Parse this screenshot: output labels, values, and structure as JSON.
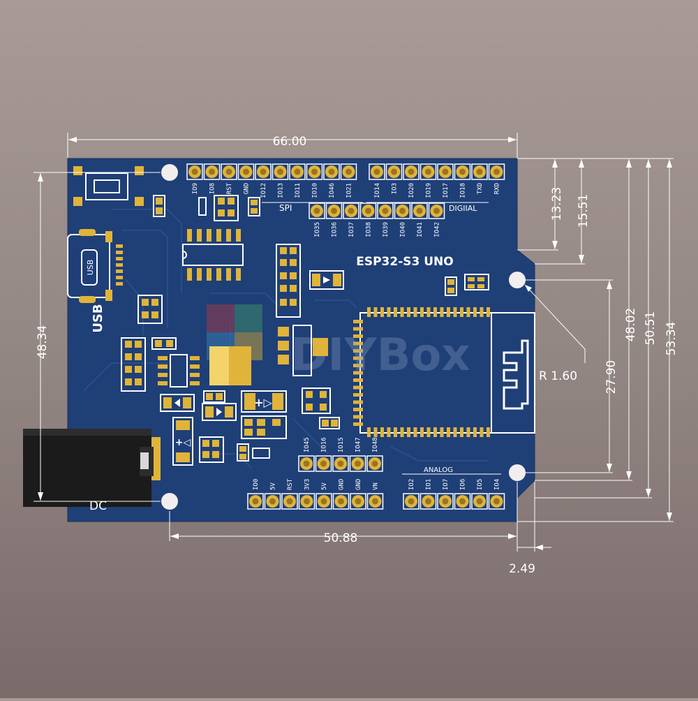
{
  "board": {
    "model": "ESP32-S3 UNO",
    "usb_label": "USB",
    "usb_chip_label": "USB",
    "dc_label": "DC",
    "spi_label": "SPI",
    "digital_label": "DIGIIAL",
    "analog_label": "ANALOG",
    "watermark": "DIYBox",
    "colors": {
      "pcb": "#1f3f77",
      "pad": "#e0b43a",
      "silk": "#ffffff",
      "jack": "#1b1b1b"
    }
  },
  "headers": {
    "top_left": [
      "IO9",
      "IO8",
      "RST",
      "GND",
      "IO12",
      "IO13",
      "IO11",
      "IO10",
      "IO46",
      "IO21"
    ],
    "top_right": [
      "IO14",
      "IO3",
      "IO20",
      "IO19",
      "IO17",
      "IO18",
      "TXD",
      "RXD"
    ],
    "spi": [
      "IO35",
      "IO36",
      "IO37",
      "IO38",
      "IO39",
      "IO40",
      "IO41",
      "IO42"
    ],
    "middle": [
      "IO45",
      "IO16",
      "IO15",
      "IO47",
      "IO48"
    ],
    "power": [
      "IO0",
      "5V",
      "RST",
      "3V3",
      "5V",
      "GND",
      "GND",
      "VN"
    ],
    "analog": [
      "IO2",
      "IO1",
      "IO7",
      "IO6",
      "IO5",
      "IO4"
    ]
  },
  "dimensions": {
    "width": "66.00",
    "left_height": "48.34",
    "hole_offset_x": "50.88",
    "edge_offset": "2.49",
    "right_1": "13.23",
    "right_2": "15.51",
    "right_3": "27.90",
    "right_4": "48.02",
    "right_5": "50.51",
    "right_6": "53.34",
    "radius": "R 1.60"
  }
}
